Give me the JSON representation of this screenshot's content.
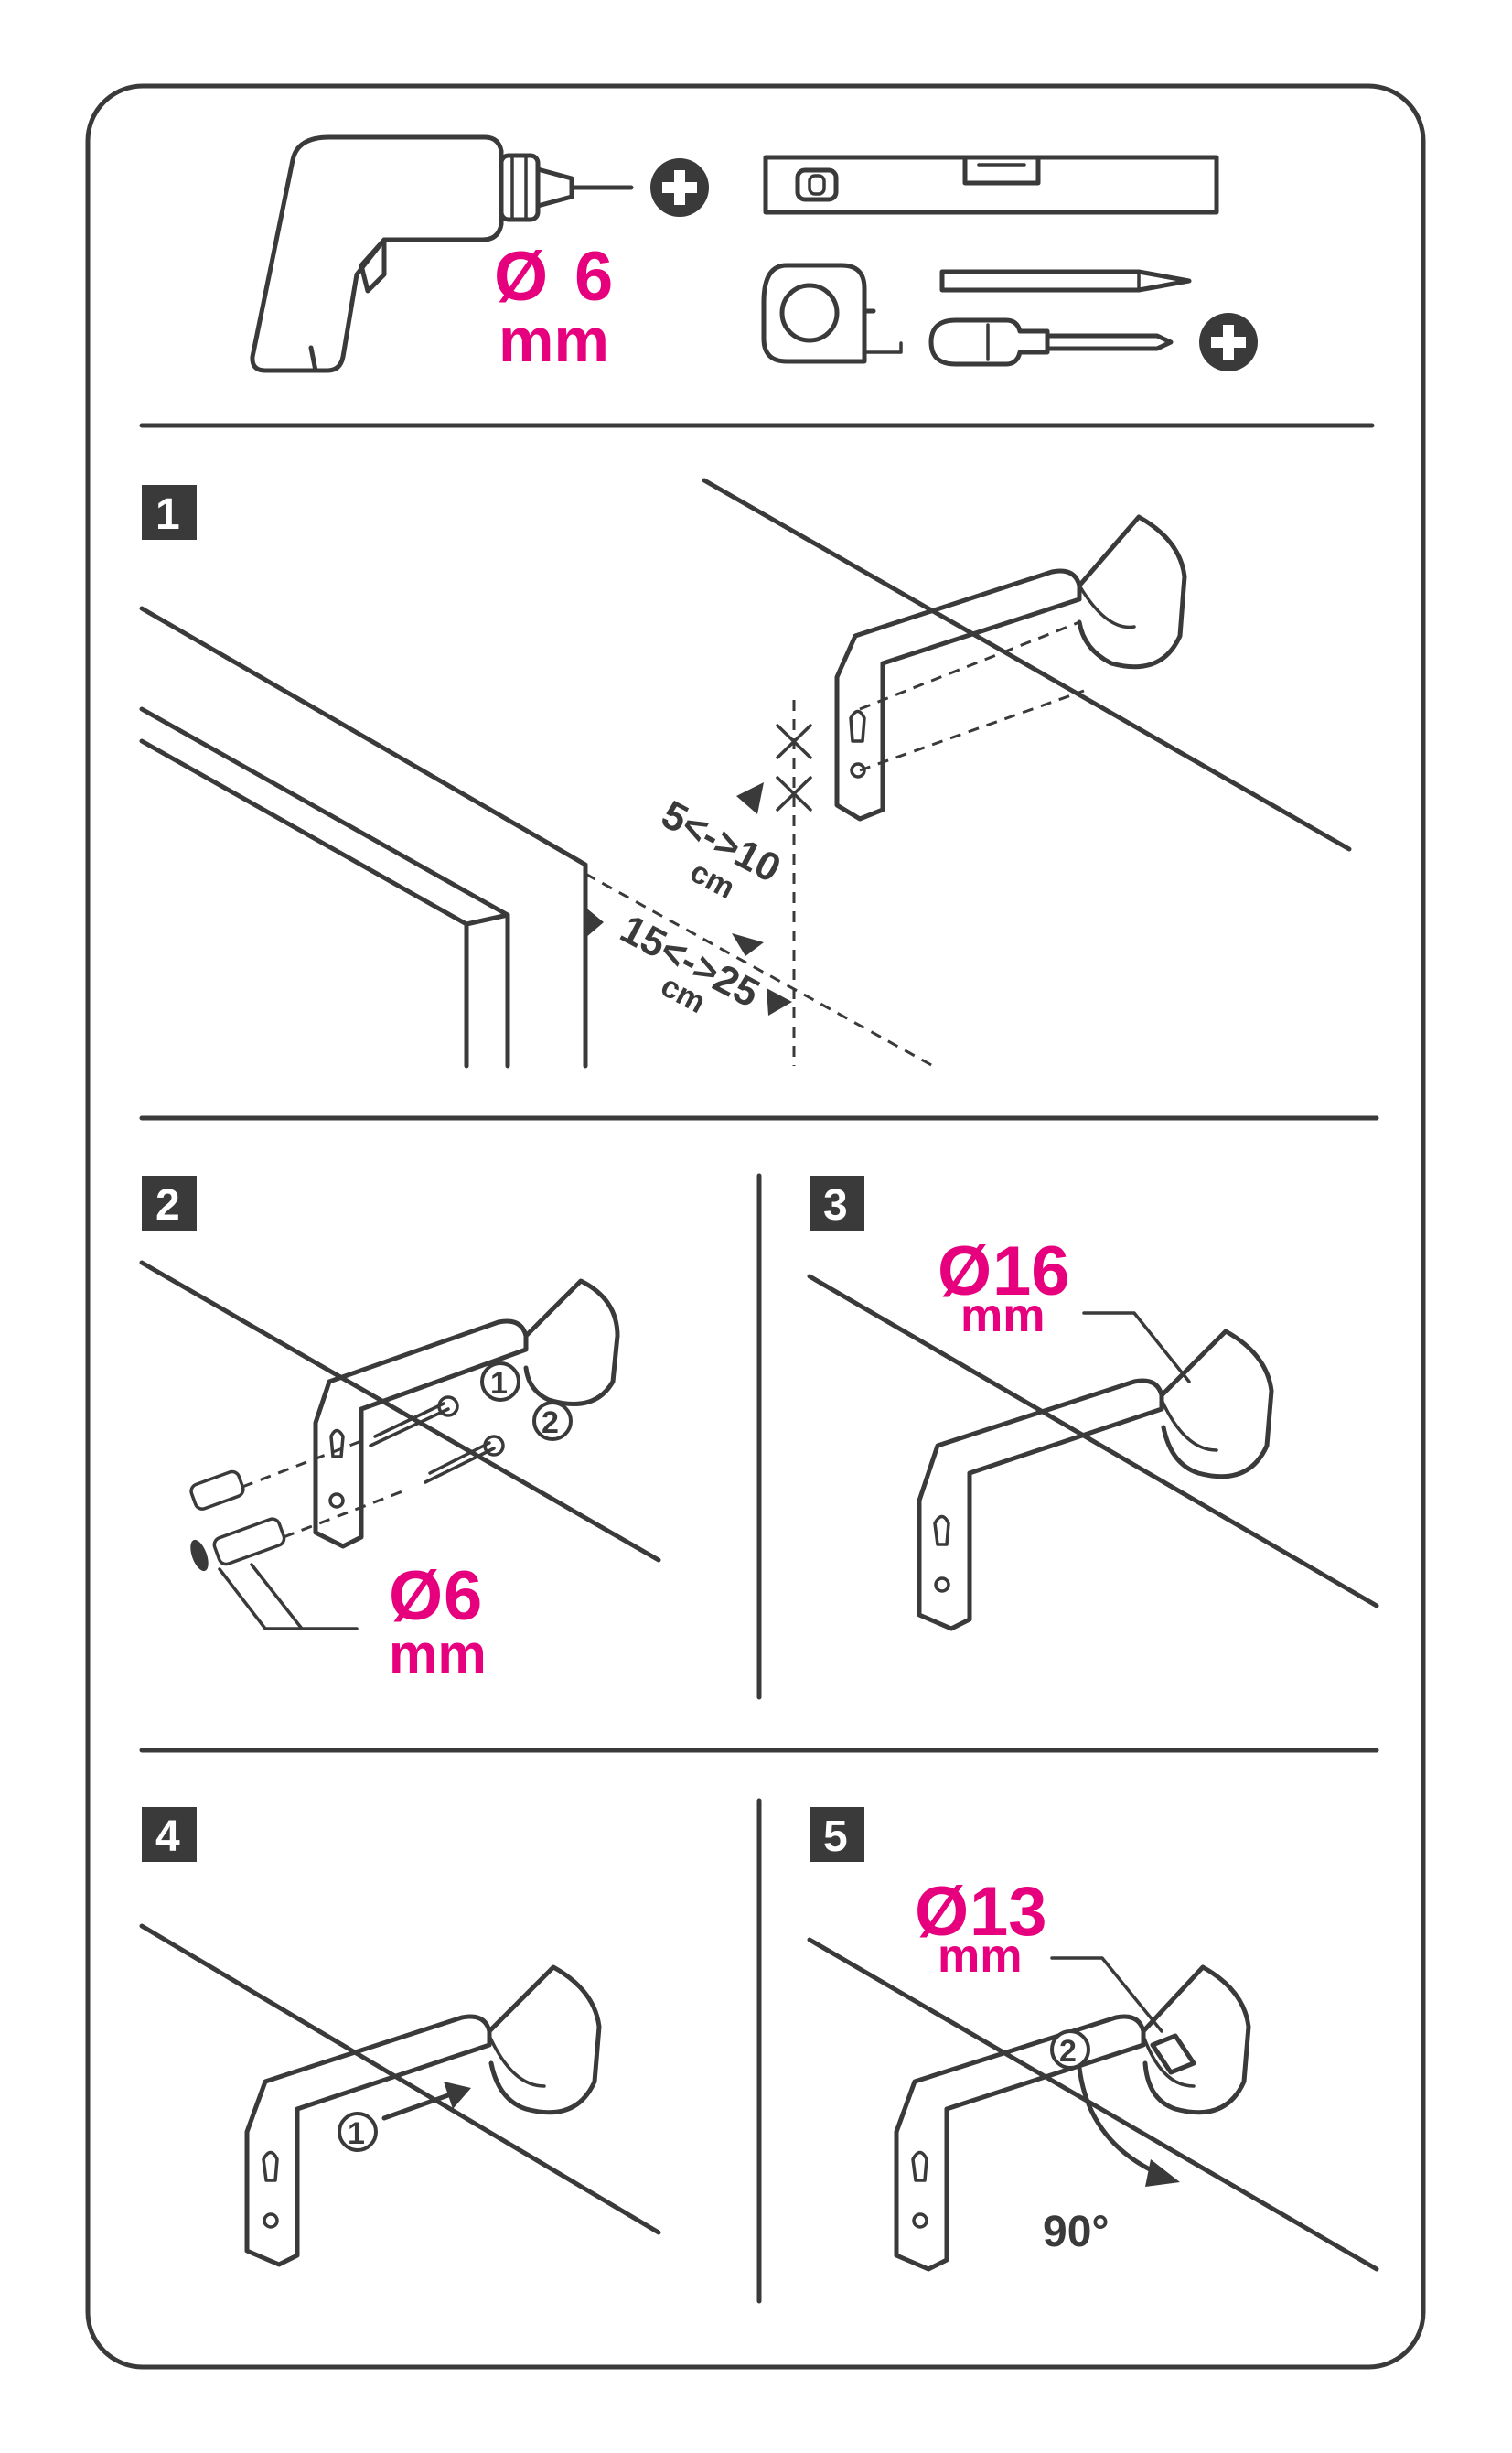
{
  "tools": {
    "drill_size_symbol": "Ø",
    "drill_size_value": "6",
    "drill_size_unit": "mm",
    "items": [
      "drill-icon",
      "spirit-level-icon",
      "tape-measure-icon",
      "pencil-icon",
      "screwdriver-icon",
      "plus-icon"
    ]
  },
  "step1": {
    "number": "1",
    "dim_a_range": "5<->10",
    "dim_a_unit": "cm",
    "dim_b_range": "15<->25",
    "dim_b_unit": "cm"
  },
  "step2": {
    "number": "2",
    "marker1": "1",
    "marker2": "2",
    "size_symbol": "Ø",
    "size_value": "6",
    "size_unit": "mm"
  },
  "step3": {
    "number": "3",
    "size_symbol": "Ø",
    "size_value": "16",
    "size_unit": "mm"
  },
  "step4": {
    "number": "4",
    "marker1": "1"
  },
  "step5": {
    "number": "5",
    "marker2": "2",
    "size_symbol": "Ø",
    "size_value": "13",
    "size_unit": "mm",
    "rotation": "90°"
  },
  "colors": {
    "accent": "#e6007e",
    "line": "#3a3a3a",
    "background": "#ffffff"
  }
}
